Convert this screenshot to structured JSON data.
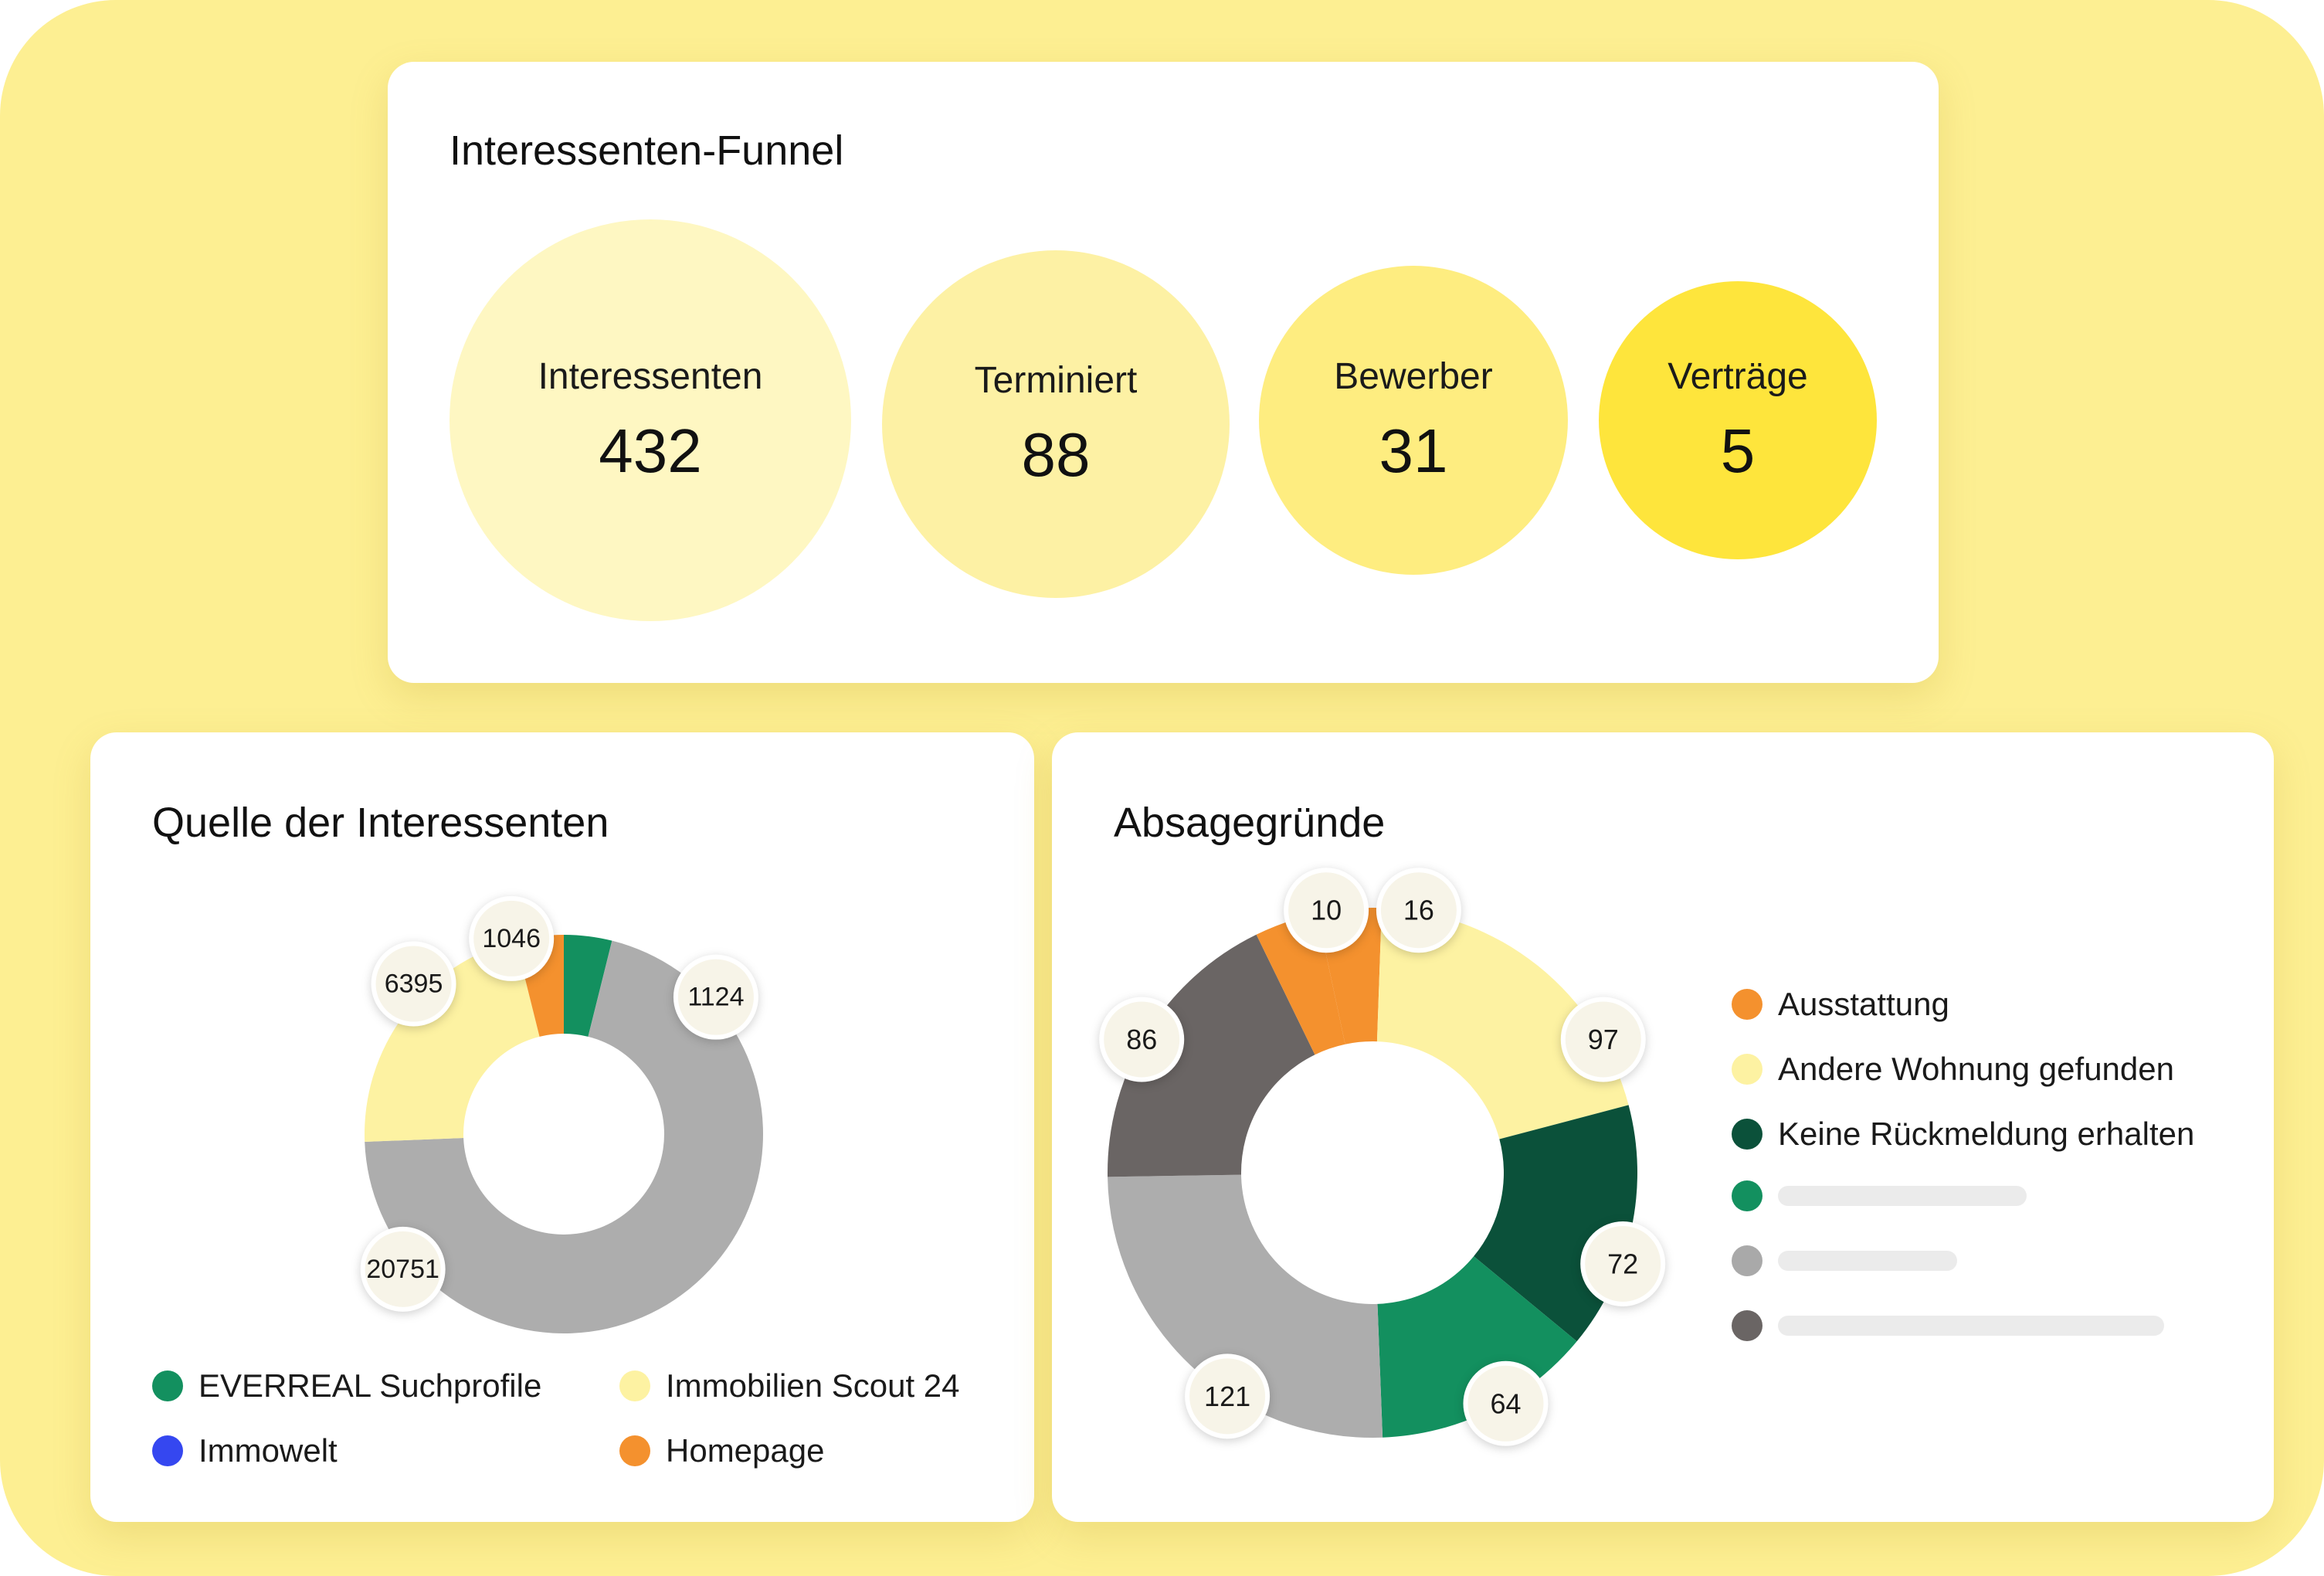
{
  "funnel": {
    "title": "Interessenten-Funnel",
    "stages": [
      {
        "label": "Interessenten",
        "value": "432",
        "color": "#fef7c2"
      },
      {
        "label": "Terminiert",
        "value": "88",
        "color": "#fdf1a4"
      },
      {
        "label": "Bewerber",
        "value": "31",
        "color": "#feed80"
      },
      {
        "label": "Verträge",
        "value": "5",
        "color": "#fee53c"
      }
    ]
  },
  "source": {
    "title": "Quelle der Interessenten",
    "legend": [
      {
        "label": "EVERREAL Suchprofile",
        "color": "#13905f"
      },
      {
        "label": "Immobilien Scout 24",
        "color": "#fdf2a2"
      },
      {
        "label": "Immowelt",
        "color": "#3547f0"
      },
      {
        "label": "Homepage",
        "color": "#f4912e"
      }
    ]
  },
  "absage": {
    "title": "Absagegründe",
    "legend": [
      {
        "label": "Ausstattung",
        "color": "#f4912e"
      },
      {
        "label": "Andere Wohnung gefunden",
        "color": "#fdf2a2"
      },
      {
        "label": "Keine Rückmeldung erhalten",
        "color": "#0b513a"
      },
      {
        "label": "",
        "color": "#13905f"
      },
      {
        "label": "",
        "color": "#a9a9a9"
      },
      {
        "label": "",
        "color": "#6a6564"
      }
    ]
  },
  "chart_data": [
    {
      "type": "bubble",
      "title": "Interessenten-Funnel",
      "categories": [
        "Interessenten",
        "Terminiert",
        "Bewerber",
        "Verträge"
      ],
      "values": [
        432,
        88,
        31,
        5
      ]
    },
    {
      "type": "pie",
      "title": "Quelle der Interessenten",
      "slices": [
        {
          "value": 1124,
          "label": "1124",
          "color": "#13905f"
        },
        {
          "value": 20751,
          "label": "20751",
          "color": "#adadad"
        },
        {
          "value": 6395,
          "label": "6395",
          "color": "#fdf2a2"
        },
        {
          "value": 1046,
          "label": "1046",
          "color": "#f4912e"
        }
      ]
    },
    {
      "type": "pie",
      "title": "Absagegründe",
      "slices": [
        {
          "value": 16,
          "label": "16",
          "color": "#f4912e"
        },
        {
          "value": 97,
          "label": "97",
          "color": "#fdf2a2"
        },
        {
          "value": 72,
          "label": "72",
          "color": "#0b513a"
        },
        {
          "value": 64,
          "label": "64",
          "color": "#13905f"
        },
        {
          "value": 121,
          "label": "121",
          "color": "#adadad"
        },
        {
          "value": 86,
          "label": "86",
          "color": "#6a6564"
        },
        {
          "value": 10,
          "label": "10",
          "color": "#f4912e"
        }
      ]
    }
  ]
}
